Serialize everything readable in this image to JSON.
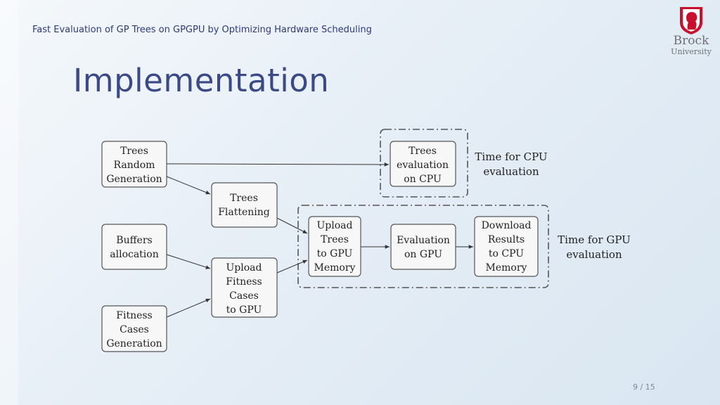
{
  "header": {
    "subtitle": "Fast Evaluation of GP Trees on GPGPU by Optimizing Hardware Scheduling",
    "title": "Implementation"
  },
  "logo": {
    "line1": "Brock",
    "line2": "University",
    "brand_color": "#c8102e"
  },
  "page_number": "9 / 15",
  "diagram": {
    "nodes": {
      "trees_random_generation": [
        "Trees",
        "Random",
        "Generation"
      ],
      "buffers_allocation": [
        "Buffers",
        "allocation"
      ],
      "fitness_cases_generation": [
        "Fitness",
        "Cases",
        "Generation"
      ],
      "trees_flattening": [
        "Trees",
        "Flattening"
      ],
      "upload_fitness_cases": [
        "Upload",
        "Fitness",
        "Cases",
        "to GPU"
      ],
      "trees_evaluation_cpu": [
        "Trees",
        "evaluation",
        "on CPU"
      ],
      "upload_trees": [
        "Upload",
        "Trees",
        "to GPU",
        "Memory"
      ],
      "evaluation_gpu": [
        "Evaluation",
        "on GPU"
      ],
      "download_results": [
        "Download",
        "Results",
        "to CPU",
        "Memory"
      ]
    },
    "groups": {
      "cpu_label": [
        "Time for CPU",
        "evaluation"
      ],
      "gpu_label": [
        "Time for GPU",
        "evaluation"
      ]
    }
  }
}
